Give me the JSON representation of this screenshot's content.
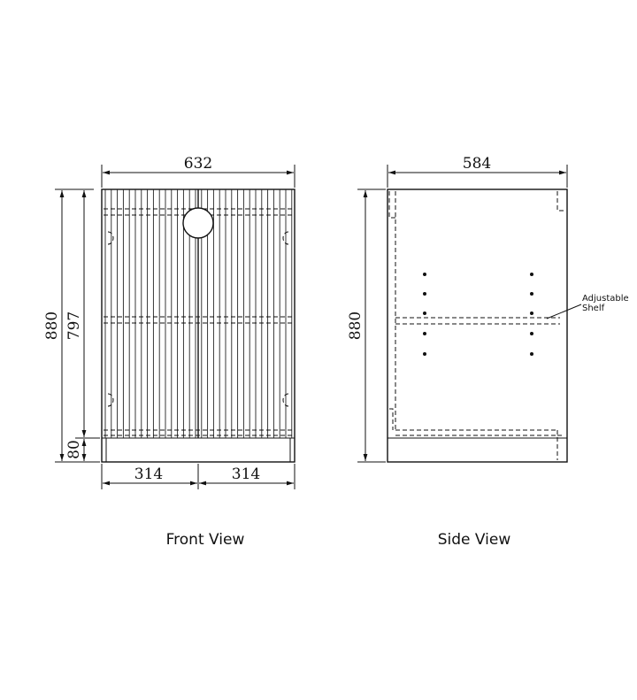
{
  "front_view": {
    "caption": "Front View",
    "width_label": "632",
    "height_label": "880",
    "door_height_label": "797",
    "plinth_label": "80",
    "left_width_label": "314",
    "right_width_label": "314"
  },
  "side_view": {
    "caption": "Side View",
    "depth_label": "584",
    "height_label": "880",
    "shelf_note_line1": "Adjustable",
    "shelf_note_line2": "Shelf"
  },
  "colors": {
    "line": "#111111",
    "background": "#ffffff"
  }
}
